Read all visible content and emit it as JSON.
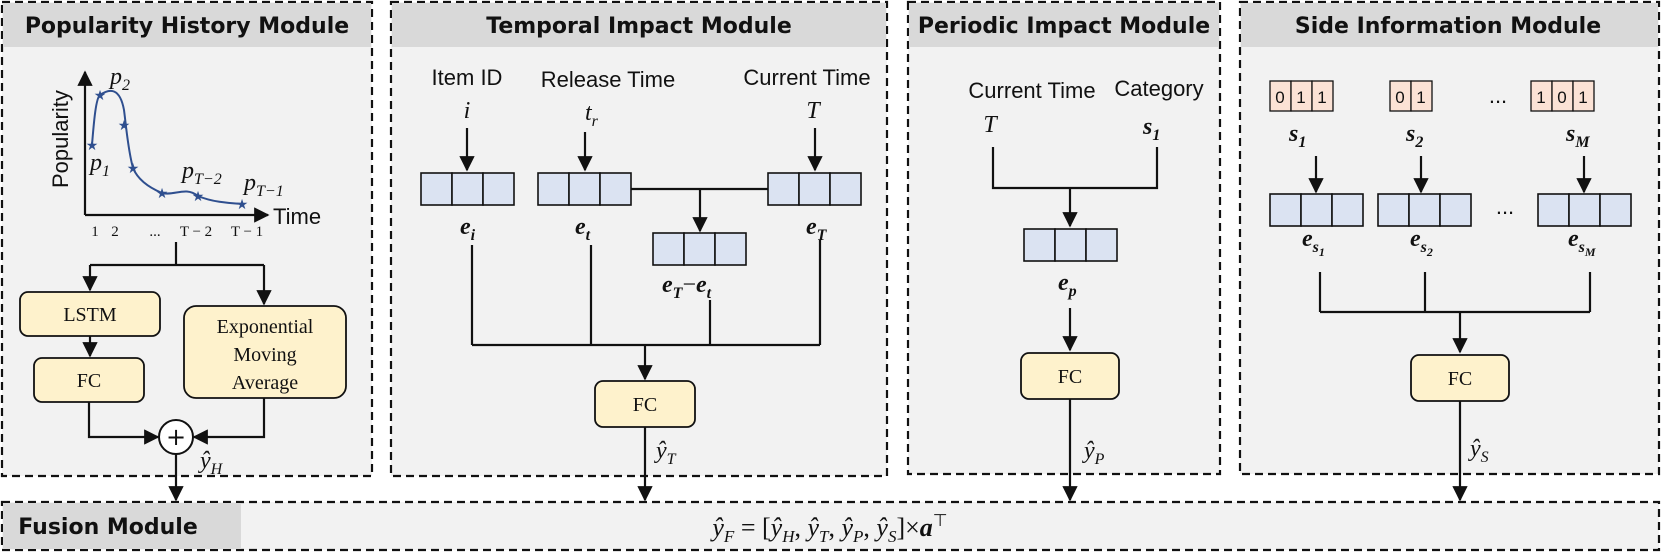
{
  "modules": {
    "history": {
      "title": "Popularity History Module",
      "y_axis": "Popularity",
      "x_axis": "Time",
      "ticks": [
        "1",
        "2",
        "...",
        "T − 2",
        "T − 1"
      ],
      "points": [
        "p",
        "p",
        "p",
        "p"
      ],
      "point_subs": [
        "1",
        "2",
        "T−2",
        "T−1"
      ],
      "lstm": "LSTM",
      "fc": "FC",
      "ema": [
        "Exponential",
        "Moving",
        "Average"
      ],
      "plus": "+",
      "output": "ŷ",
      "output_sub": "H"
    },
    "temporal": {
      "title": "Temporal Impact Module",
      "item_label": "Item ID",
      "item_var": "i",
      "release_label": "Release Time",
      "release_var": "t",
      "release_sub": "r",
      "current_label": "Current Time",
      "current_var": "T",
      "emb_item": "e",
      "emb_item_sub": "i",
      "emb_release": "e",
      "emb_release_sub": "t",
      "emb_current": "e",
      "emb_current_sub": "T",
      "emb_diff": "e",
      "emb_diff_sub": "T",
      "emb_diff_op": "−",
      "fc": "FC",
      "output": "ŷ",
      "output_sub": "T"
    },
    "periodic": {
      "title": "Periodic  Impact Module",
      "current_label": "Current Time",
      "current_var": "T",
      "category_label": "Category",
      "category_var": "s",
      "category_sub": "1",
      "emb": "e",
      "emb_sub": "p",
      "fc": "FC",
      "output": "ŷ",
      "output_sub": "P"
    },
    "side": {
      "title": "Side Information Module",
      "onehot_1": [
        "0",
        "1",
        "1"
      ],
      "onehot_2": [
        "0",
        "1"
      ],
      "onehot_m": [
        "1",
        "0",
        "1"
      ],
      "ellipsis": "...",
      "ellipsis_emb": "...",
      "var": "s",
      "var_subs": [
        "1",
        "2",
        "M"
      ],
      "emb": "e",
      "emb_sub_prefix": "s",
      "fc": "FC",
      "output": "ŷ",
      "output_sub": "S"
    }
  },
  "fusion": {
    "title": "Fusion Module",
    "formula": "ŷF = [ŷH, ŷT, ŷP, ŷS]×a⊤",
    "lhs": "ŷ",
    "lhs_sub": "F",
    "eq": " = [",
    "terms": [
      "ŷ",
      "ŷ",
      "ŷ",
      "ŷ"
    ],
    "term_subs": [
      "H",
      "T",
      "P",
      "S"
    ],
    "sep": ", ",
    "close": "]×",
    "weight": "a",
    "transpose": "⊤"
  },
  "colors": {
    "panel_bg": "#f2f2f2",
    "header_bg": "#d9d9d9",
    "embedding": "#dbe3f2",
    "onehot": "#fbe2d5",
    "fc_box": "#fef2cc",
    "curve": "#2f4f8f"
  }
}
